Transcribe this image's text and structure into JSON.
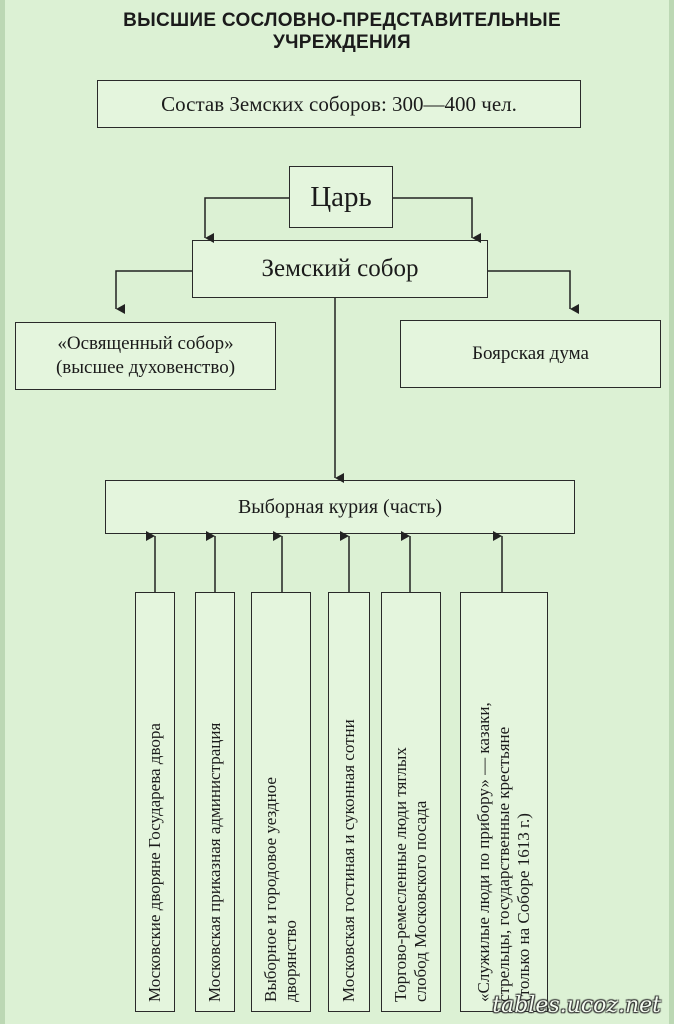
{
  "title_line1": "ВЫСШИЕ СОСЛОВНО-ПРЕДСТАВИТЕЛЬНЫЕ",
  "title_line2": "УЧРЕЖДЕНИЯ",
  "composition": "Состав Земских соборов: 300—400 чел.",
  "tsar": "Царь",
  "zemsky_sobor": "Земский собор",
  "holy_council_line1": "«Освященный собор»",
  "holy_council_line2": "(высшее духовенство)",
  "boyar_duma": "Боярская дума",
  "elective_curia": "Выборная курия (часть)",
  "groups": [
    {
      "lines": [
        "Московские дворяне Государева двора"
      ]
    },
    {
      "lines": [
        "Московская приказная администрация"
      ]
    },
    {
      "lines": [
        "Выборное и городовое уездное",
        "дворянство"
      ]
    },
    {
      "lines": [
        "Московская гостиная и суконная сотни"
      ]
    },
    {
      "lines": [
        "Торгово-ремесленные люди тяглых",
        "слобод Московского посада"
      ]
    },
    {
      "lines": [
        "«Служилые люди по прибору» — казаки,",
        "стрельцы, государственные крестьяне",
        "(только на Соборе 1613 г.)"
      ]
    }
  ],
  "watermark": "tables.ucoz.net"
}
